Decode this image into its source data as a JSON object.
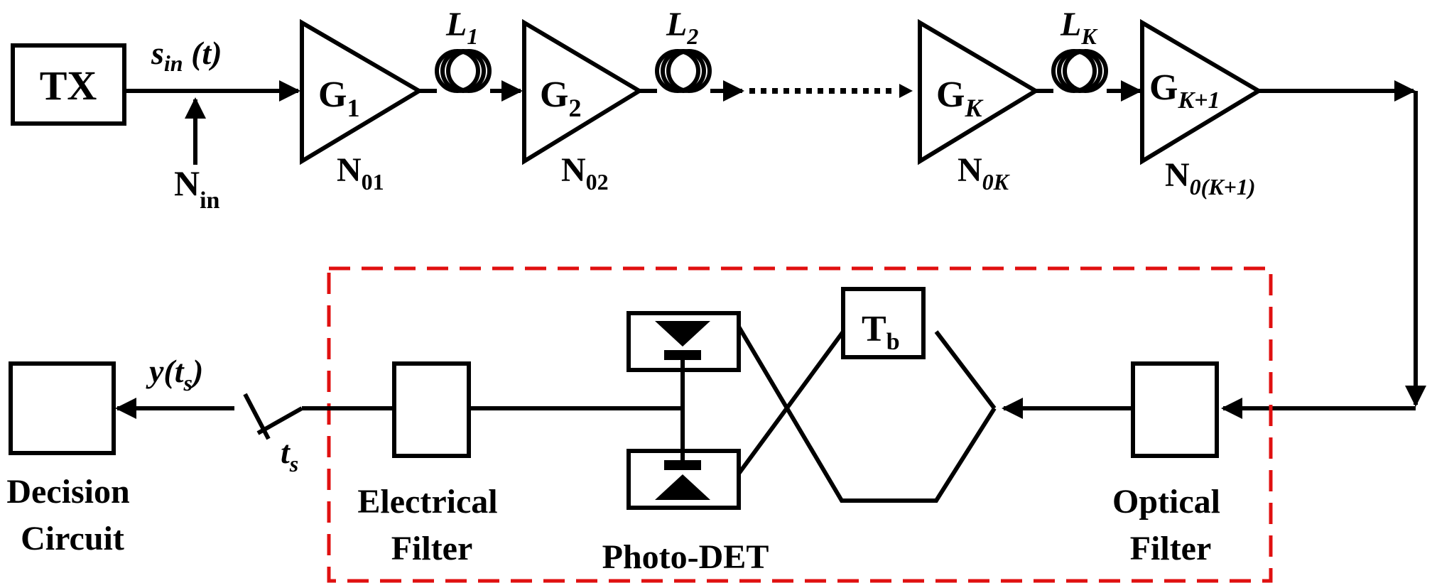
{
  "blocks": {
    "tx": "TX",
    "input_signal": {
      "base": "s",
      "sub": "in",
      "arg": " (t)"
    },
    "input_noise": {
      "base": "N",
      "sub": "in"
    },
    "amplifiers": [
      {
        "gain": "G",
        "gain_sub": "1",
        "gain_sub_italic": false,
        "noise": "N",
        "noise_sub": "01",
        "noise_sub_italic": false
      },
      {
        "gain": "G",
        "gain_sub": "2",
        "gain_sub_italic": false,
        "noise": "N",
        "noise_sub": "02",
        "noise_sub_italic": false
      },
      {
        "gain": "G",
        "gain_sub": "K",
        "gain_sub_italic": true,
        "noise": "N",
        "noise_sub": "0K",
        "noise_sub_italic": true
      },
      {
        "gain": "G",
        "gain_sub": "K+1",
        "gain_sub_italic": true,
        "noise": "N",
        "noise_sub": "0(K+1)",
        "noise_sub_italic": true
      }
    ],
    "fibers": [
      {
        "base": "L",
        "sub": "1"
      },
      {
        "base": "L",
        "sub": "2"
      },
      {
        "base": "L",
        "sub": "K"
      }
    ],
    "delay": {
      "base": "T",
      "sub": "b"
    },
    "optical_filter": [
      "Optical",
      "Filter"
    ],
    "photodetector": "Photo-DET",
    "electrical_filter": [
      "Electrical",
      "Filter"
    ],
    "sampler": {
      "base": "t",
      "sub": "s"
    },
    "output_signal": {
      "prefix": "y(t",
      "sub": "s",
      "suffix": ")"
    },
    "decision_circuit": [
      "Decision",
      "Circuit"
    ]
  },
  "colors": {
    "line": "#000000",
    "receiver_boundary": "#e01010"
  }
}
